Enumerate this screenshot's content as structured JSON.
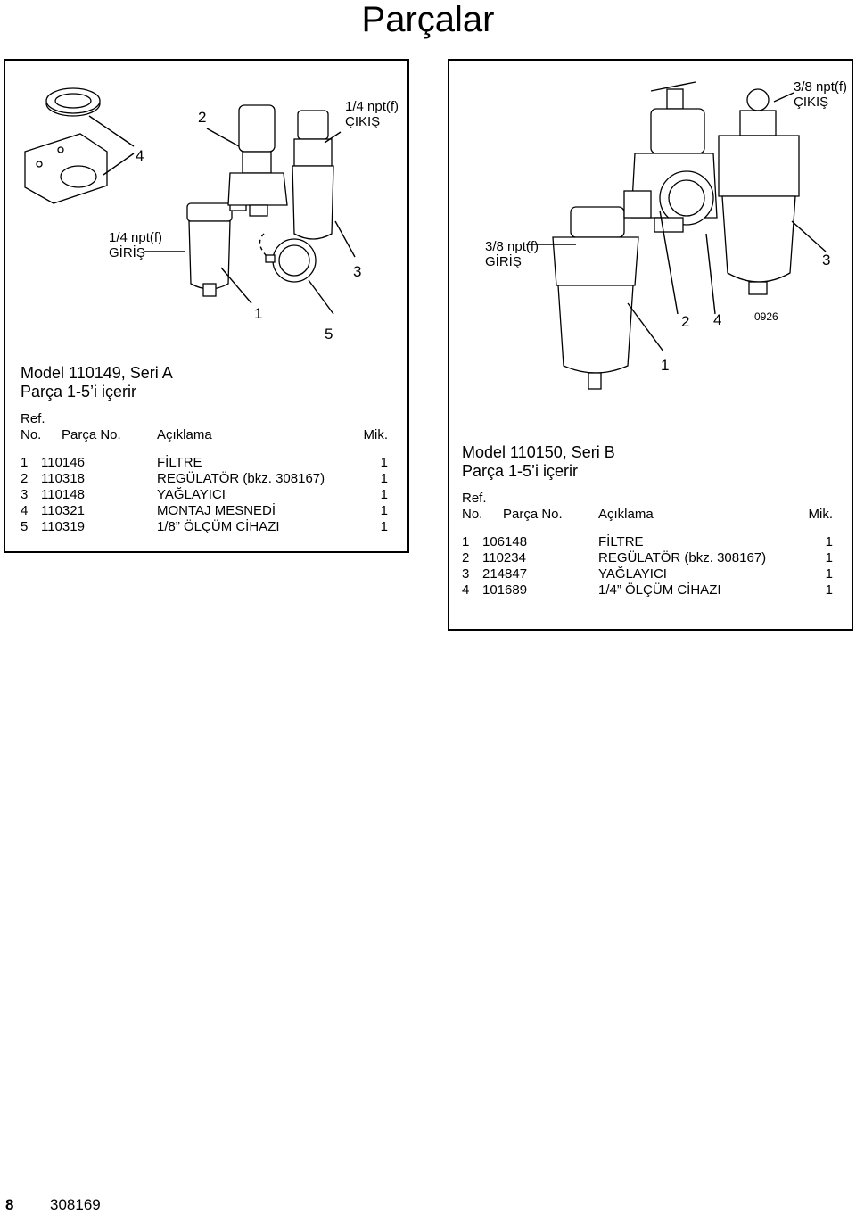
{
  "page_title": "Parçalar",
  "footer": {
    "page_number": "8",
    "doc_number": "308169"
  },
  "panel_a": {
    "outlet_label": [
      "1/4 npt(f)",
      "ÇIKIŞ"
    ],
    "inlet_label": [
      "1/4 npt(f)",
      "GİRİŞ"
    ],
    "callouts": [
      "1",
      "2",
      "3",
      "4",
      "5"
    ],
    "model_title": "Model 110149, Seri A",
    "model_subtitle": "Parça 1-5’i içerir",
    "columns": {
      "ref_line1": "Ref.",
      "ref_line2": "No.",
      "part_no": "Parça No.",
      "description": "Açıklama",
      "qty": "Mik."
    },
    "rows": [
      {
        "ref": "1",
        "part": "110146",
        "desc": "FİLTRE",
        "qty": "1"
      },
      {
        "ref": "2",
        "part": "110318",
        "desc": "REGÜLATÖR (bkz. 308167)",
        "qty": "1"
      },
      {
        "ref": "3",
        "part": "110148",
        "desc": "YAĞLAYICI",
        "qty": "1"
      },
      {
        "ref": "4",
        "part": "110321",
        "desc": "MONTAJ MESNEDİ",
        "qty": "1"
      },
      {
        "ref": "5",
        "part": "110319",
        "desc": "1/8” ÖLÇÜM CİHAZI",
        "qty": "1"
      }
    ]
  },
  "panel_b": {
    "outlet_label": [
      "3/8 npt(f)",
      "ÇIKIŞ"
    ],
    "inlet_label": [
      "3/8 npt(f)",
      "GİRİŞ"
    ],
    "callouts": [
      "1",
      "2",
      "3",
      "4"
    ],
    "figure_code": "0926",
    "model_title": "Model 110150, Seri B",
    "model_subtitle": "Parça 1-5’i içerir",
    "columns": {
      "ref_line1": "Ref.",
      "ref_line2": "No.",
      "part_no": "Parça No.",
      "description": "Açıklama",
      "qty": "Mik."
    },
    "rows": [
      {
        "ref": "1",
        "part": "106148",
        "desc": "FİLTRE",
        "qty": "1"
      },
      {
        "ref": "2",
        "part": "110234",
        "desc": "REGÜLATÖR (bkz. 308167)",
        "qty": "1"
      },
      {
        "ref": "3",
        "part": "214847",
        "desc": "YAĞLAYICI",
        "qty": "1"
      },
      {
        "ref": "4",
        "part": "101689",
        "desc": "1/4” ÖLÇÜM CİHAZI",
        "qty": "1"
      }
    ]
  }
}
